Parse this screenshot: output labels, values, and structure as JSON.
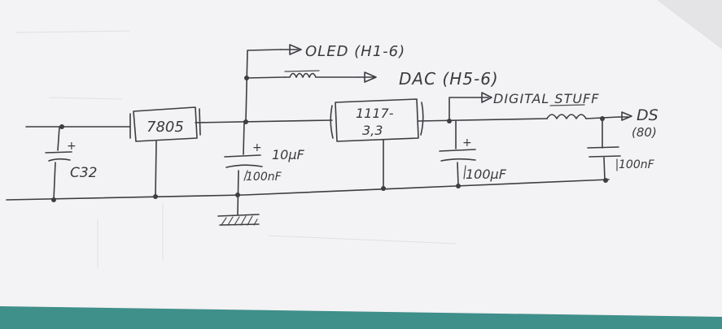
{
  "colors": {
    "paper": "#f3f2f4",
    "desk": "#3f8f8a",
    "ink": "#3d3d42"
  },
  "labels": {
    "oled": "OLED (H1-6)",
    "dac": "DAC (H5-6)",
    "digital": "DIGITAL STUFF",
    "ds": "DS",
    "ds_sub": "(80)",
    "reg1": "7805",
    "reg2_line1": "1117-",
    "reg2_line2": "3,3",
    "c32": "C32",
    "cap10": "10µF",
    "cap100n": "100nF",
    "cap100u": "100µF",
    "cap100n_out": "100nF",
    "plus": "+"
  }
}
